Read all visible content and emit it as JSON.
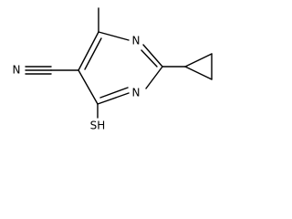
{
  "molecule": {
    "atom_labels": {
      "nitrile_n": "N",
      "ring_n_top": "N",
      "ring_n_bottom": "N",
      "thiol": "SH"
    },
    "colors": {
      "bond": "#000000",
      "text": "#000000",
      "background": "#ffffff"
    }
  }
}
